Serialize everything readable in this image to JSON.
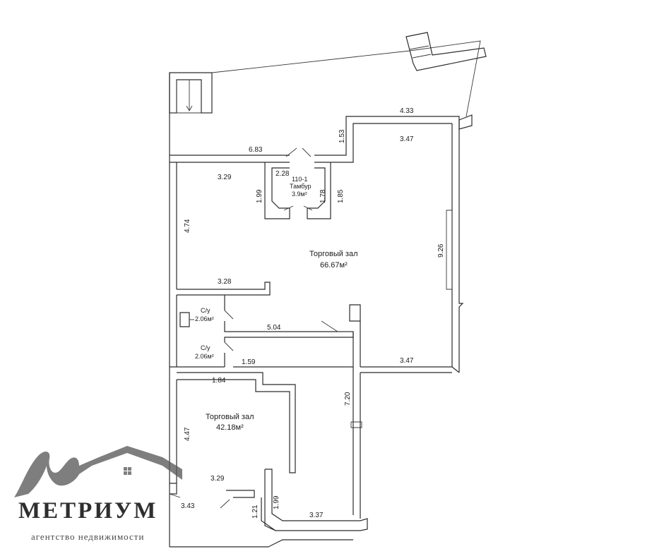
{
  "rooms": {
    "vestibule": {
      "code": "110-1",
      "name": "Тамбур",
      "area": "3.9м²"
    },
    "hall_main": {
      "name": "Торговый зал",
      "area": "66.67м²"
    },
    "wc_1": {
      "name": "С/у",
      "area": "2.06м²"
    },
    "wc_2": {
      "name": "С/у",
      "area": "2.06м²"
    },
    "hall_small": {
      "name": "Торговый зал",
      "area": "42.18м²"
    }
  },
  "dimensions": {
    "top_right_outer": "4.33",
    "top_right_inner": "3.47",
    "top_left_outer": "6.83",
    "top_left_inner": "3.29",
    "recess_step": "1.53",
    "vestibule_width": "2.28",
    "vestibule_left": "1.99",
    "vestibule_right": "1.78",
    "vestibule_outer_right": "1.85",
    "left_wall_upper": "4.74",
    "right_wall": "9.26",
    "partition_upper": "3.28",
    "corridor": "5.04",
    "wc_bottom": "1.59",
    "bottom_right": "3.47",
    "small_hall_top": "1.84",
    "middle_wall": "7.20",
    "left_wall_lower": "4.47",
    "bottom_left_upper": "3.29",
    "bottom_left_lower": "3.43",
    "bottom_step_a": "1.99",
    "bottom_step_b": "1.21",
    "bottom_right_lower": "3.37"
  },
  "logo": {
    "name": "МЕТРИУМ",
    "tagline": "агентство недвижимости",
    "color": "#444444"
  }
}
